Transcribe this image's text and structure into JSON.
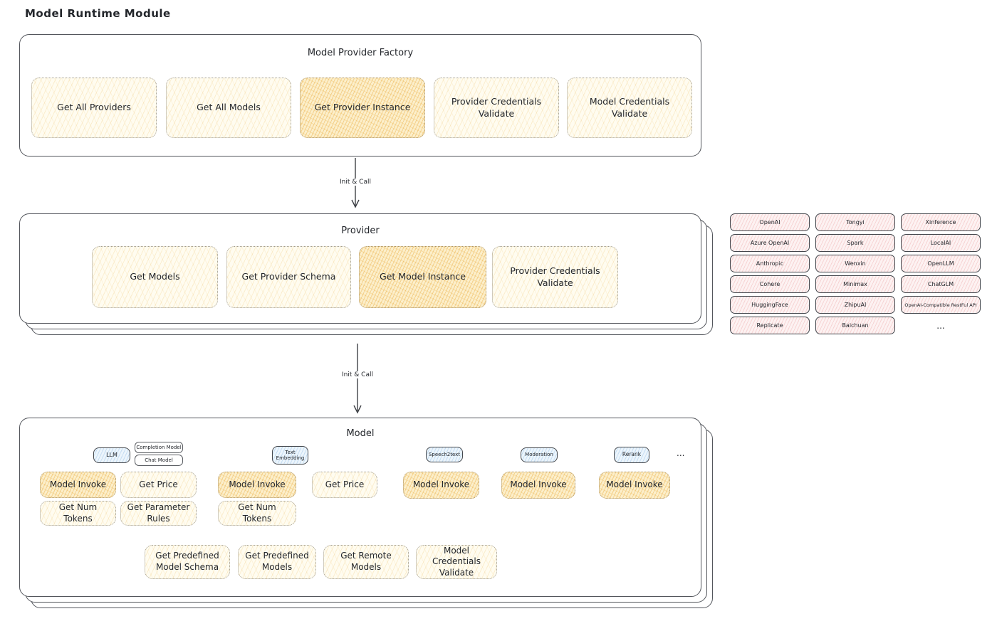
{
  "page_title": "Model Runtime Module",
  "colors": {
    "node_yellow": "#fffcf0",
    "node_yellow_active": "#fcefcb",
    "tab_blue": "#ecf5fc",
    "provider_chip_pink": "#fdf2f2",
    "outline": "#53565c",
    "text": "#23262b"
  },
  "factory": {
    "title": "Model Provider Factory",
    "buttons": [
      "Get All Providers",
      "Get All Models",
      "Get Provider Instance",
      "Provider Credentials Validate",
      "Model Credentials Validate"
    ]
  },
  "arrows": {
    "init_call": "Init & Call"
  },
  "provider": {
    "title": "Provider",
    "buttons": [
      "Get Models",
      "Get Provider Schema",
      "Get Model Instance",
      "Provider Credentials Validate"
    ]
  },
  "providers_grid": {
    "columns": [
      [
        "OpenAI",
        "Azure OpenAI",
        "Anthropic",
        "Cohere",
        "HuggingFace",
        "Replicate"
      ],
      [
        "Tongyi",
        "Spark",
        "Wenxin",
        "Minimax",
        "ZhipuAI",
        "Baichuan"
      ],
      [
        "Xinference",
        "LocalAI",
        "OpenLLM",
        "ChatGLM",
        "OpenAI-Compatible RestFul API"
      ]
    ],
    "more": "..."
  },
  "model": {
    "title": "Model",
    "tabs": {
      "llm": "LLM",
      "completion_model": "Completion Model",
      "chat_model": "Chat Model",
      "text_embedding": "Text Embedding",
      "speech2text": "Speech2text",
      "moderation": "Moderation",
      "rerank": "Rerank",
      "more": "..."
    },
    "buttons": {
      "model_invoke": "Model Invoke",
      "get_price": "Get Price",
      "get_num_tokens": "Get Num Tokens",
      "get_parameter_rules": "Get Parameter Rules",
      "get_predefined_model_schema": "Get Predefined Model Schema",
      "get_predefined_models": "Get Predefined Models",
      "get_remote_models": "Get Remote Models",
      "model_credentials_validate": "Model Credentials Validate"
    }
  }
}
